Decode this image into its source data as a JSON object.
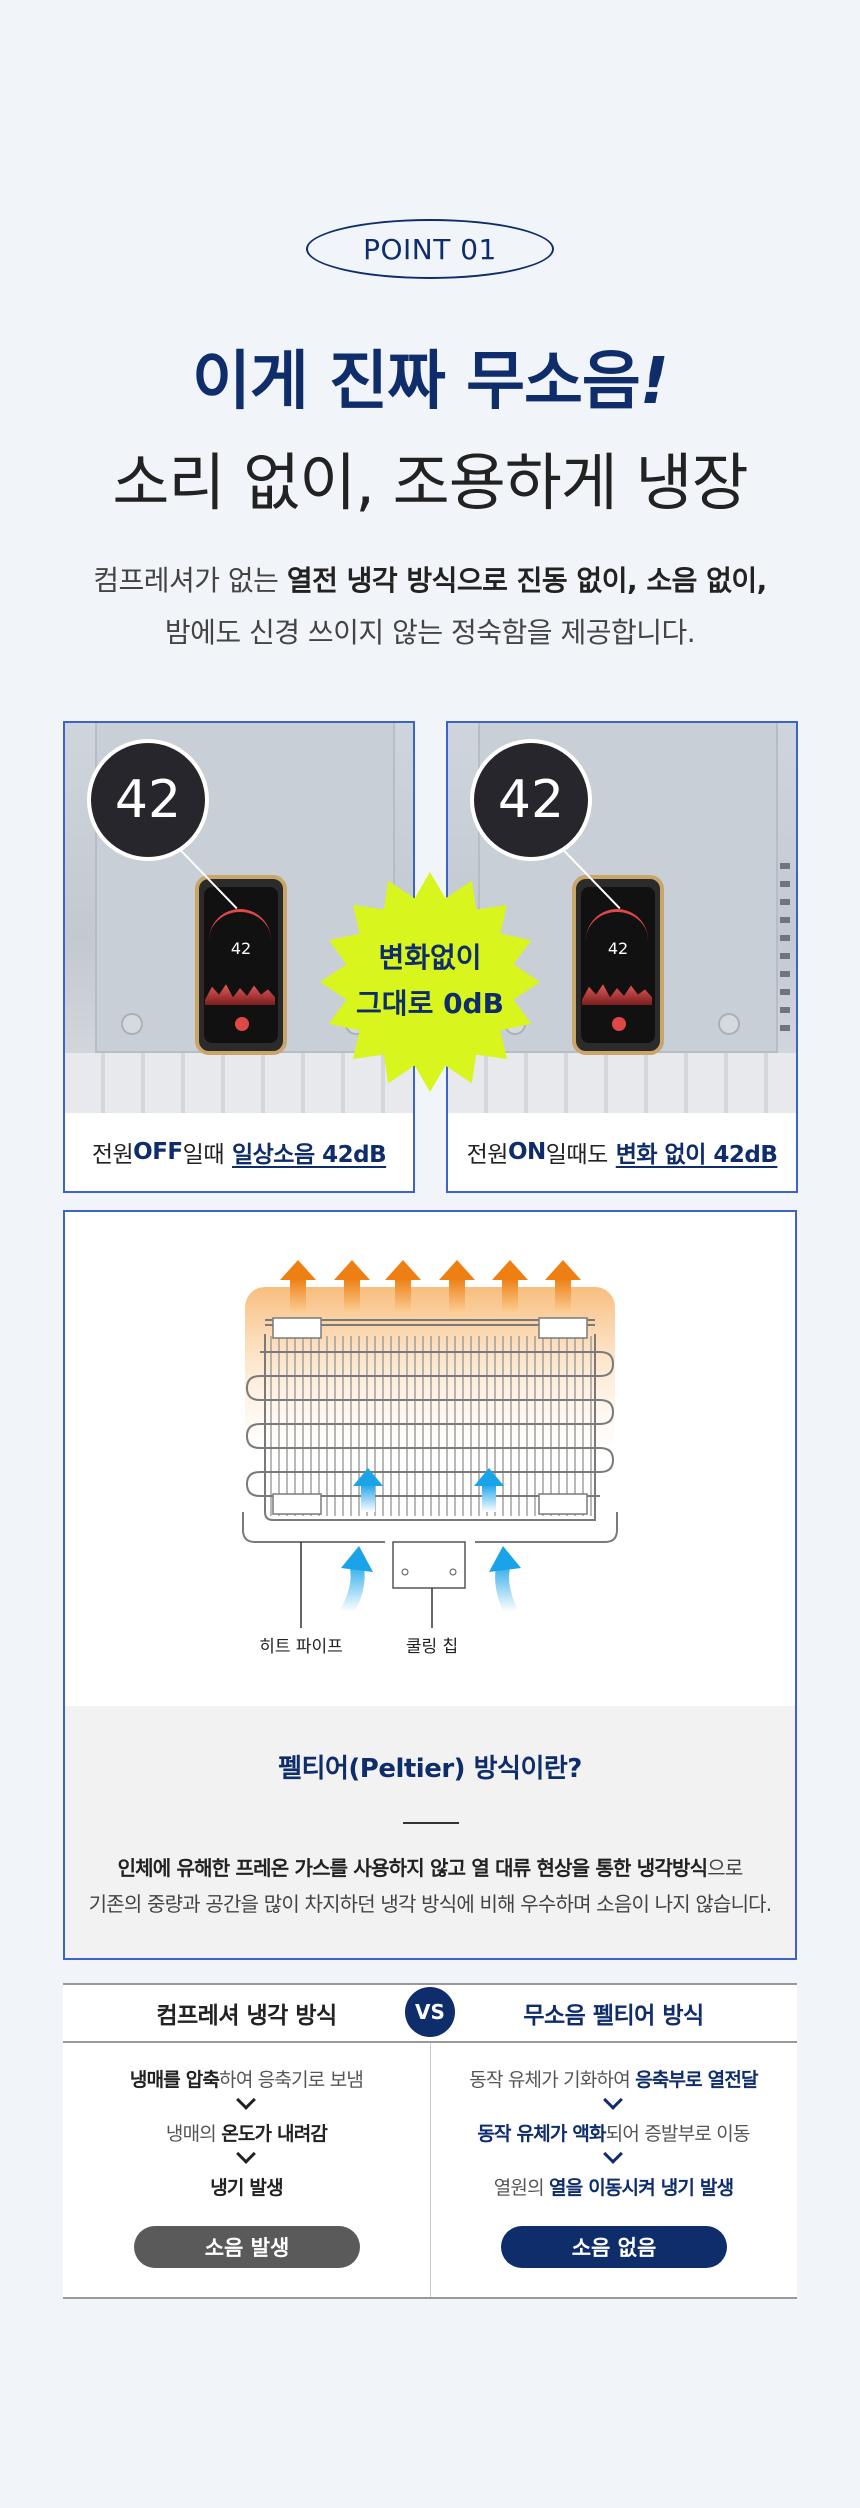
{
  "point_badge": "POINT 01",
  "headline": {
    "line1": "이게 진짜 무소음",
    "line1_mark": "!",
    "line2": "소리 없이, 조용하게 냉장"
  },
  "description": {
    "line1_prefix": "컴프레셔가 없는 ",
    "line1_bold": "열전 냉각 방식으로 진동 없이, 소음 없이,",
    "line2": "밤에도 신경 쓰이지 않는 정숙함을 제공합니다."
  },
  "sound_cards": [
    {
      "reading": "42",
      "caption_prefix": "전원 ",
      "caption_bold": "OFF",
      "caption_mid": "일때",
      "caption_emph": "일상소음 42dB"
    },
    {
      "reading": "42",
      "caption_prefix": "전원 ",
      "caption_bold": "ON",
      "caption_mid": "일때도",
      "caption_emph": "변화 없이 42dB"
    }
  ],
  "phone_reading": "42",
  "starburst": {
    "line1": "변화없이",
    "line2": "그대로 0dB"
  },
  "diagram": {
    "label_heat_pipe": "히트 파이프",
    "label_cooling_chip": "쿨링 칩"
  },
  "peltier": {
    "question": "펠티어(Peltier) 방식이란?",
    "text_bold": "인체에 유해한 프레온 가스를 사용하지 않고 열 대류 현상을 통한 냉각방식",
    "text_tail": "으로",
    "text_line2": "기존의 중량과 공간을 많이 차지하던 냉각 방식에 비해 우수하며 소음이 나지 않습니다."
  },
  "comparison": {
    "vs": "VS",
    "left": {
      "title": "컴프레셔 냉각 방식",
      "step1_bold": "냉매를 압축",
      "step1_rest": "하여 응축기로 보냄",
      "step2_pre": "냉매의 ",
      "step2_bold": "온도가 내려감",
      "step3_bold": "냉기 발생",
      "result": "소음 발생"
    },
    "right": {
      "title": "무소음 펠티어 방식",
      "step1_pre": "동작 유체가 기화하여 ",
      "step1_bold": "응축부로 열전달",
      "step2_bold": "동작 유체가 액화",
      "step2_rest": "되어 증발부로 이동",
      "step3_pre": "열원의 ",
      "step3_bold": "열을 이동시켜 냉기 발생",
      "result": "소음 없음"
    }
  },
  "colors": {
    "navy": "#0f2d6b",
    "card_border": "#3d63c9",
    "highlight": "#d8f51e",
    "background": "#f1f4f9",
    "hot_arrow": "#f08a1c",
    "cold_arrow": "#1aa3e8"
  }
}
